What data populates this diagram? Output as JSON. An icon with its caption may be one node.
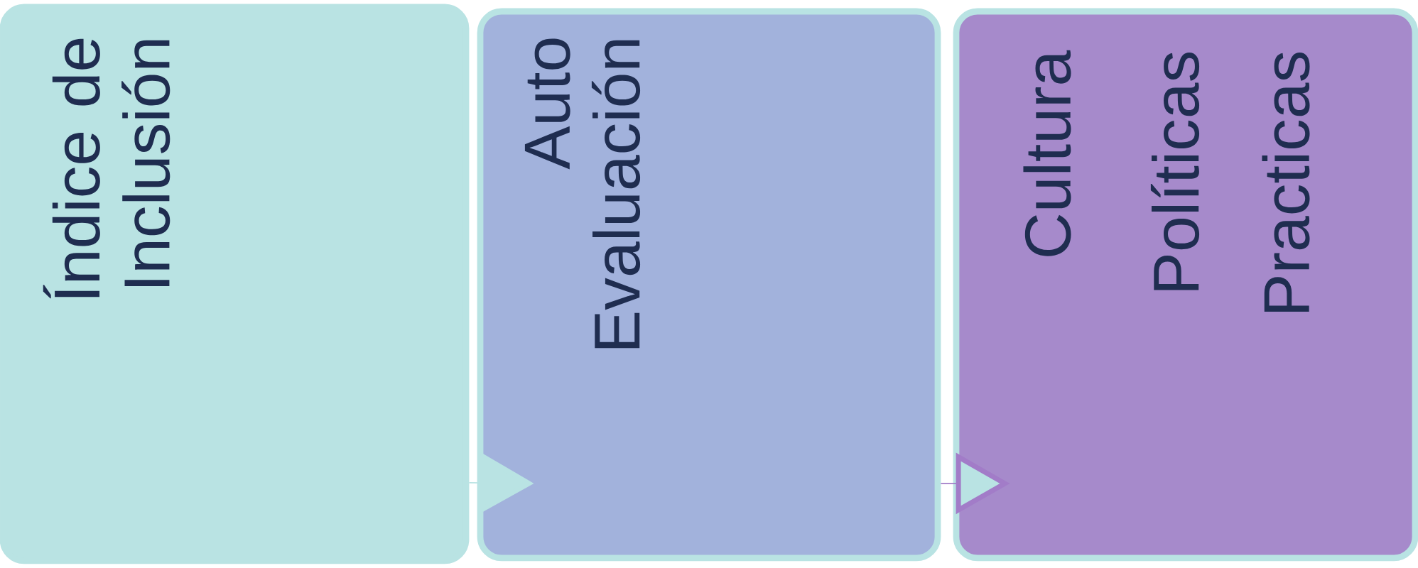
{
  "diagram": {
    "nodes": [
      {
        "text": [
          "Índice de Inclusión"
        ]
      },
      {
        "text": [
          "Auto Evaluación"
        ]
      },
      {
        "text": [
          "Cultura",
          "Políticas",
          "Practicas"
        ]
      }
    ],
    "edges": [
      {
        "from": 0,
        "to": 1,
        "arrow": "to"
      },
      {
        "from": 1,
        "to": 2,
        "arrow": "to",
        "color": "#a27cc8"
      }
    ]
  }
}
